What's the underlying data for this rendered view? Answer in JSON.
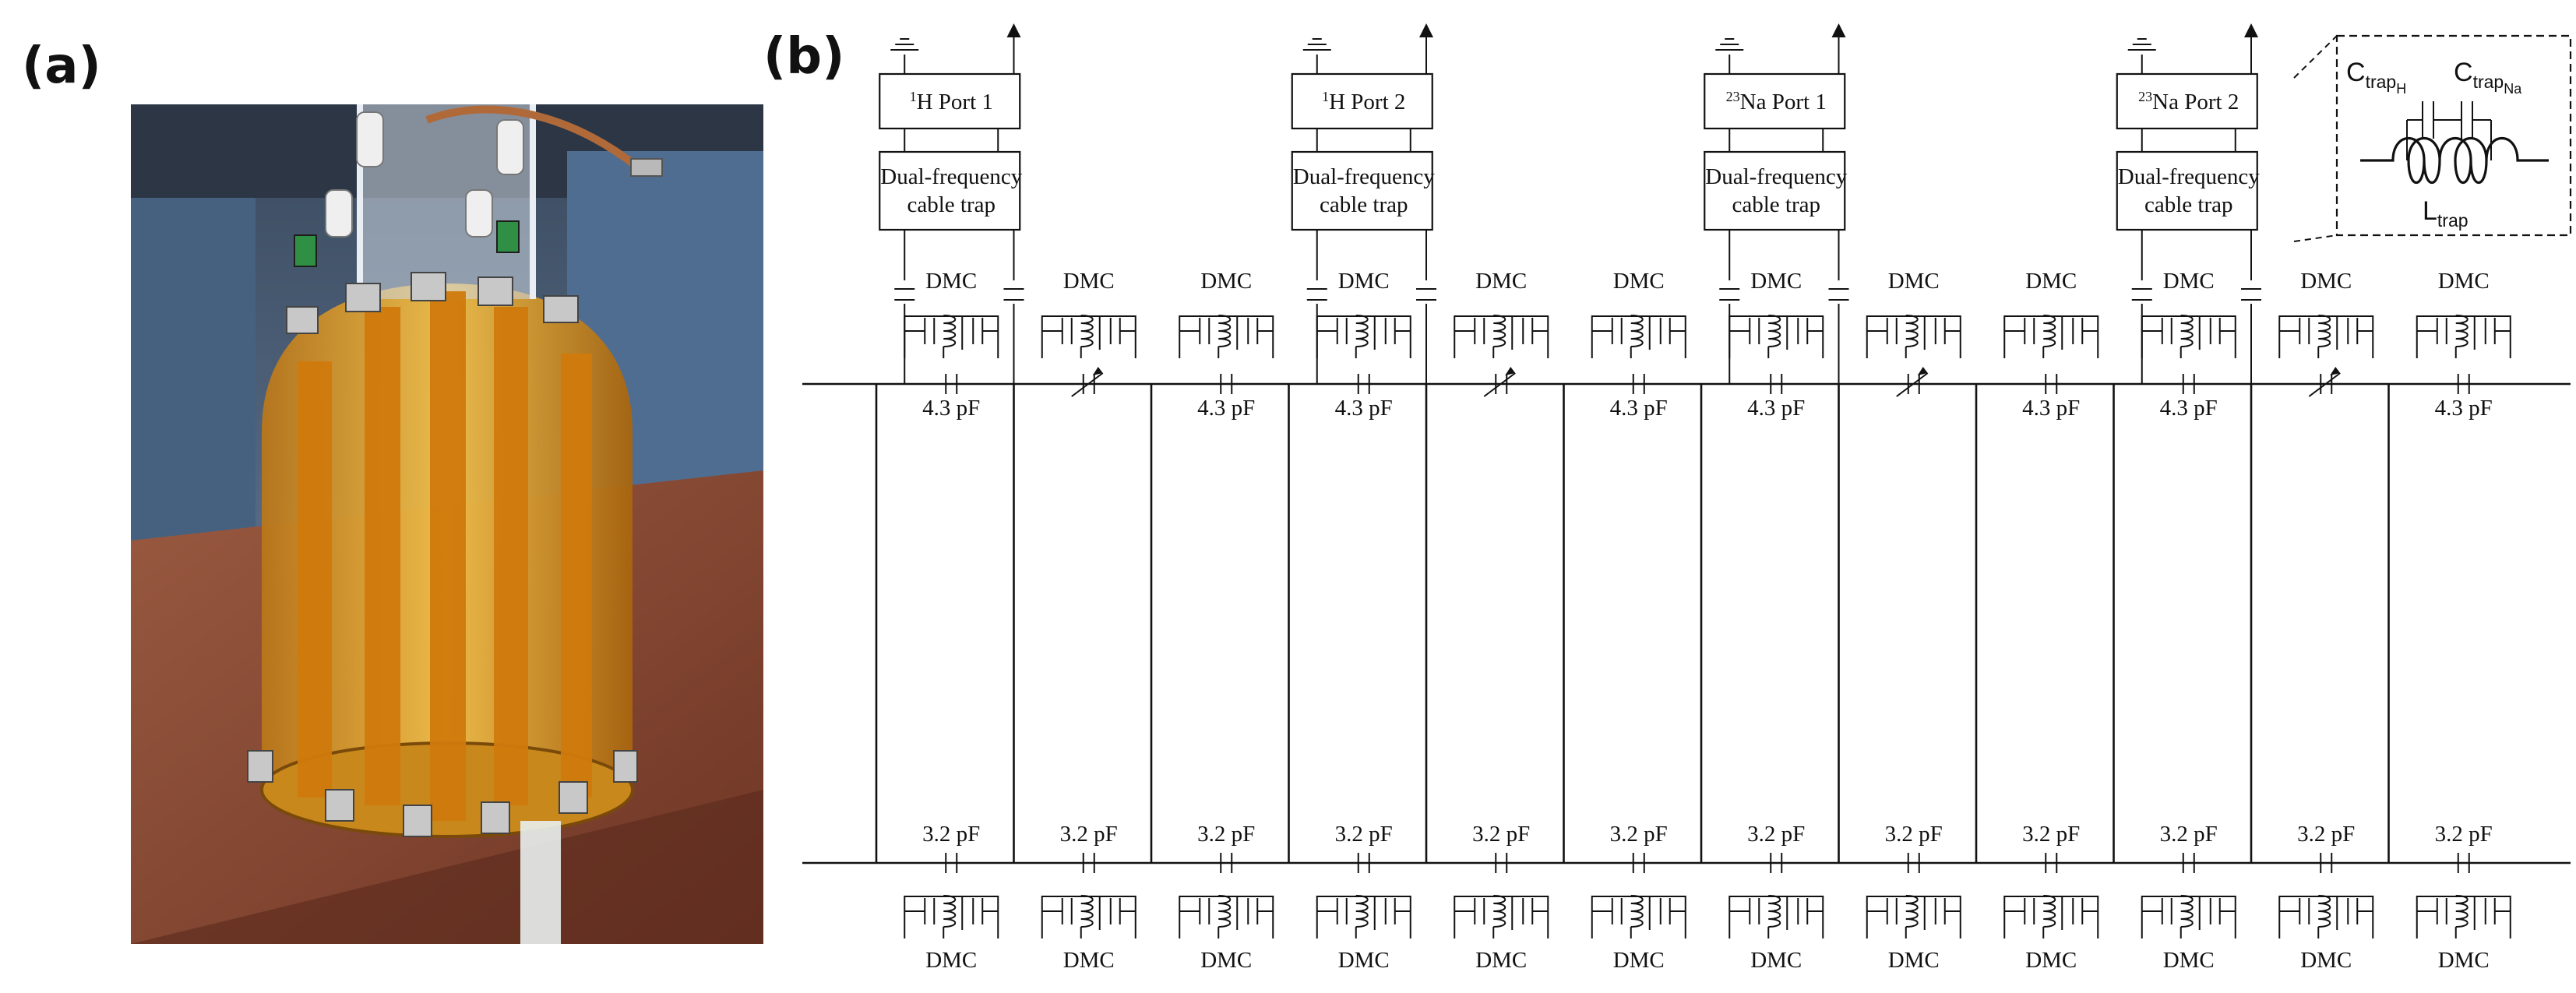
{
  "panels": {
    "a": "(a)",
    "b": "(b)"
  },
  "ports": [
    {
      "sup": "1",
      "label": "H Port 1"
    },
    {
      "sup": "1",
      "label": "H Port 2"
    },
    {
      "sup": "23",
      "label": "Na Port 1"
    },
    {
      "sup": "23",
      "label": "Na Port 2"
    }
  ],
  "cable_trap": {
    "line1": "Dual-frequency",
    "line2": "cable trap"
  },
  "top_ring": {
    "dmc_label": "DMC",
    "capacitor_label": "4.3 pF",
    "tuned_segments": [
      1,
      4,
      7,
      10
    ],
    "segments": 12
  },
  "bottom_ring": {
    "dmc_label": "DMC",
    "capacitor_label": "3.2 pF",
    "segments": 12
  },
  "inset": {
    "cap_h": "C",
    "cap_h_sub": "trap",
    "cap_h_subsub": "H",
    "cap_na": "C",
    "cap_na_sub": "trap",
    "cap_na_subsub": "Na",
    "inductor": "L",
    "inductor_sub": "trap"
  },
  "colors": {
    "kapton": "#d98a14",
    "table": "#8a4a33",
    "wall": "#5f7fa2",
    "line": "#111111"
  }
}
